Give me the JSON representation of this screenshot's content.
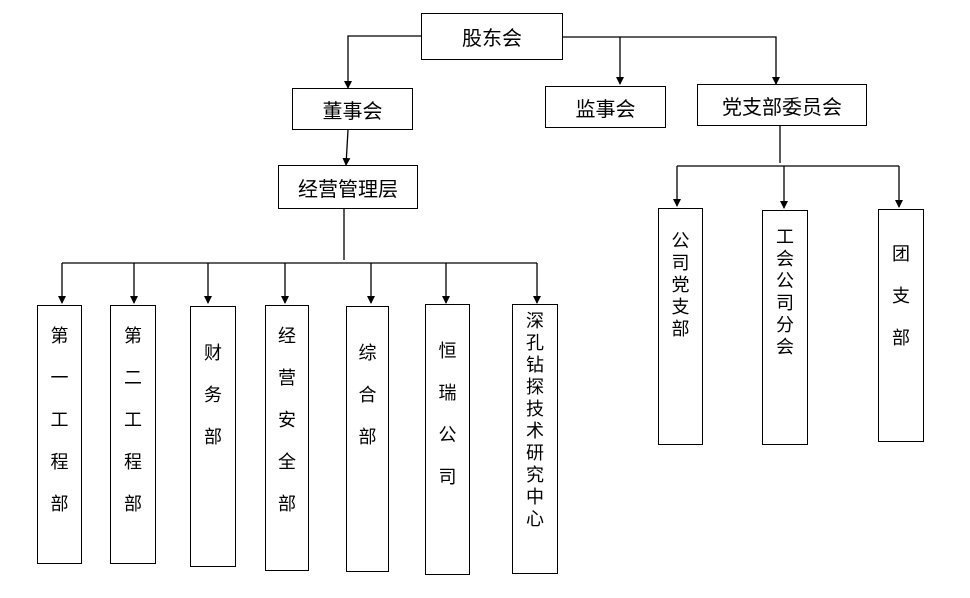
{
  "nodes": {
    "shareholders": "股东会",
    "board": "董事会",
    "supervisors": "监事会",
    "party_committee": "党支部委员会",
    "management": "经营管理层",
    "dept_eng1": "第一工程部",
    "dept_eng2": "第二工程部",
    "dept_finance": "财务部",
    "dept_safety": "经营安全部",
    "dept_general": "综合部",
    "dept_hengrui": "恒瑞公司",
    "dept_research": "深孔钻探技术研究中心",
    "party_branch": "公司党支部",
    "union": "工会公司分会",
    "youth_league": "团支部"
  }
}
